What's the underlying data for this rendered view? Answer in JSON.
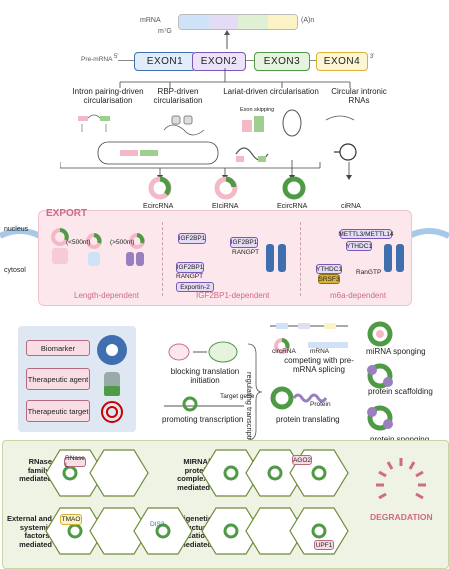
{
  "top": {
    "mrna": "mRNA",
    "cap": "m⁷G",
    "polya": "(A)n",
    "pre_mrna": "Pre-mRNA",
    "five": "5'",
    "three": "3'",
    "exons": [
      "EXON1",
      "EXON2",
      "EXON3",
      "EXON4"
    ]
  },
  "mechanisms": [
    {
      "title": "Intron pairing-driven circularisation"
    },
    {
      "title": "RBP-driven circularisation"
    },
    {
      "title": "Lariat-driven circularisation"
    },
    {
      "title": "Circular intronic RNAs"
    }
  ],
  "exon_skipping": "Exon skipping",
  "products": [
    "EcircRNA",
    "EIciRNA",
    "EcircRNA",
    "ciRNA"
  ],
  "export": {
    "title": "EXPORT",
    "nucleus": "nucleus",
    "cytosol": "cytosol",
    "short": "(<500nt)",
    "long": "(>500nt)",
    "length_dep": "Length-dependent",
    "igf_dep": "IGF2BP1-dependent",
    "m6a_dep": "m6a-dependent",
    "igf2bp1": "IGF2BP1",
    "rangpt": "RANGPT",
    "exportin": "Exportin-2",
    "mettl": "METTL3/METTL14",
    "ythdc1": "YTHDC1",
    "srsf3": "SRSF3",
    "ranbp": "RanGTP"
  },
  "functions": {
    "biomarker": "Biomarker",
    "agent": "Therapeutic agent",
    "target": "Therapeutic target",
    "blocking": "blocking translation initiation",
    "promoting": "promoting transcription",
    "target_gene": "Target gene",
    "regulating": "regulating transcription",
    "circrna": "circRNA",
    "mrna": "mRNA",
    "competing": "competing with pre-mRNA splicing",
    "protein": "Protein",
    "translating": "protein translating",
    "sponging": "miRNA sponging",
    "scaffolding": "protein scaffolding",
    "psponging": "protein sponging"
  },
  "degradation": {
    "title": "DEGRADATION",
    "rnase": "RNase family-mediated",
    "rnase_l": "RNase L",
    "mirna": "MIRNA/ protein complex-mediated",
    "ago2": "AGO2",
    "external": "External and systemic factors-mediated",
    "tmao": "TMAO",
    "dis3": "DIS3",
    "epigenetic": "Epigenetic and structural modification-mediated",
    "upf1": "UPF1"
  },
  "colors": {
    "green": "#4f9a45",
    "pink": "#f4b9c6",
    "blue": "#3f6fae",
    "purple": "#9a7fc0",
    "olive": "#6f8b3a"
  }
}
